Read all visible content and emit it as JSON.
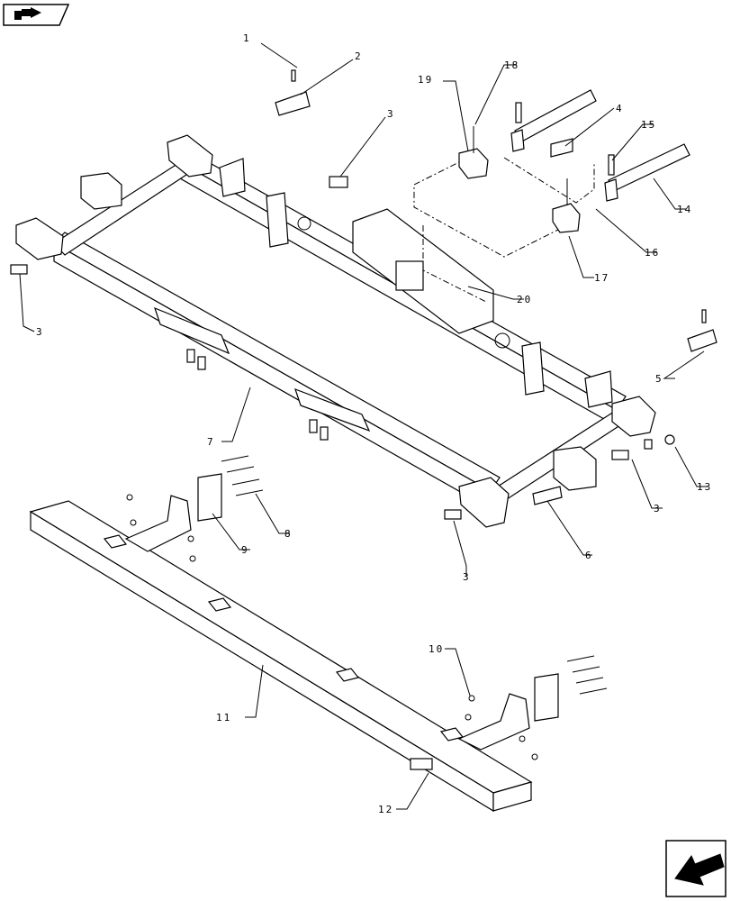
{
  "diagram": {
    "callouts": [
      {
        "id": "c1",
        "label": "1"
      },
      {
        "id": "c2",
        "label": "2"
      },
      {
        "id": "c3a",
        "label": "3"
      },
      {
        "id": "c3b",
        "label": "3"
      },
      {
        "id": "c3c",
        "label": "3"
      },
      {
        "id": "c3d",
        "label": "3"
      },
      {
        "id": "c4",
        "label": "4"
      },
      {
        "id": "c5",
        "label": "5"
      },
      {
        "id": "c6",
        "label": "6"
      },
      {
        "id": "c7",
        "label": "7"
      },
      {
        "id": "c8",
        "label": "8"
      },
      {
        "id": "c9",
        "label": "9"
      },
      {
        "id": "c10",
        "label": "10"
      },
      {
        "id": "c11",
        "label": "11"
      },
      {
        "id": "c12",
        "label": "12"
      },
      {
        "id": "c13",
        "label": "13"
      },
      {
        "id": "c14",
        "label": "14"
      },
      {
        "id": "c15",
        "label": "15"
      },
      {
        "id": "c16",
        "label": "16"
      },
      {
        "id": "c17",
        "label": "17"
      },
      {
        "id": "c18",
        "label": "18"
      },
      {
        "id": "c19",
        "label": "19"
      },
      {
        "id": "c20",
        "label": "20"
      }
    ]
  },
  "icons": {
    "top_left": "book-navigation-icon",
    "bottom_right": "previous-page-arrow-icon"
  }
}
